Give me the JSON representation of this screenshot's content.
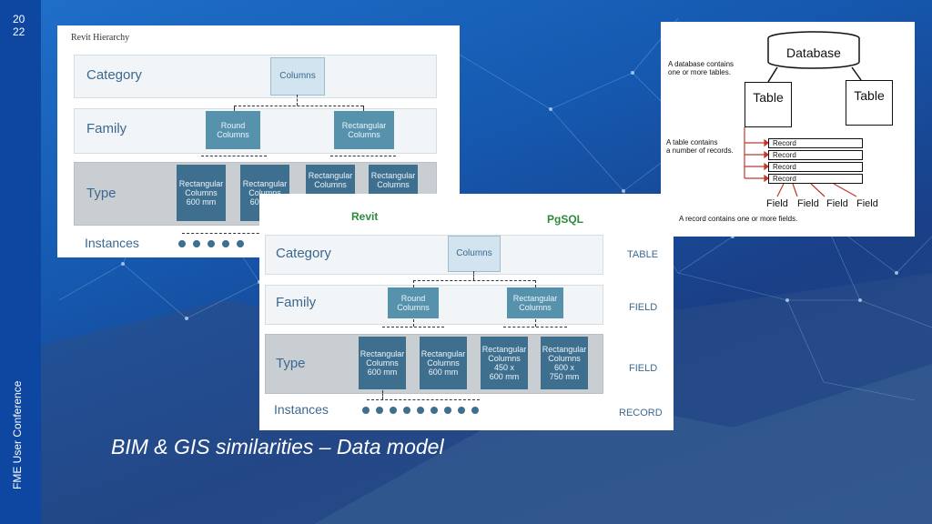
{
  "sidebar": {
    "year_top": "20",
    "year_bottom": "22",
    "conference": "FME User Conference"
  },
  "slide": {
    "title": "BIM & GIS similarities – Data model"
  },
  "panel1": {
    "heading": "Revit Hierarchy",
    "rows": {
      "category": "Category",
      "family": "Family",
      "type": "Type",
      "instances": "Instances"
    },
    "boxes": {
      "columns": "Columns",
      "round": "Round\nColumns",
      "rect": "Rectangular\nColumns",
      "t1": "Rectangular\nColumns\n600 mm",
      "t2": "Rectangular\nColumns\n600 mm",
      "t3": "Rectangular\nColumns",
      "t4": "Rectangular\nColumns"
    }
  },
  "panel2": {
    "left_head": "Revit",
    "right_head": "PgSQL",
    "rows": {
      "category": "Category",
      "family": "Family",
      "type": "Type",
      "instances": "Instances"
    },
    "mapping": {
      "category": "TABLE",
      "family": "FIELD",
      "type": "FIELD",
      "instances": "RECORD"
    },
    "boxes": {
      "columns": "Columns",
      "round": "Round\nColumns",
      "rect": "Rectangular\nColumns",
      "t1": "Rectangular\nColumns\n600 mm",
      "t2": "Rectangular\nColumns\n600 mm",
      "t3": "Rectangular\nColumns\n450 x\n600 mm",
      "t4": "Rectangular\nColumns\n600 x\n750 mm"
    }
  },
  "panel3": {
    "database": "Database",
    "table1": "Table",
    "table2": "Table",
    "note_db": "A database contains\none or more tables.",
    "note_table": "A table contains\na number of records.",
    "records": [
      "Record",
      "Record",
      "Record",
      "Record"
    ],
    "fields": [
      "Field",
      "Field",
      "Field",
      "Field"
    ],
    "note_record": "A record contains one or more fields."
  }
}
